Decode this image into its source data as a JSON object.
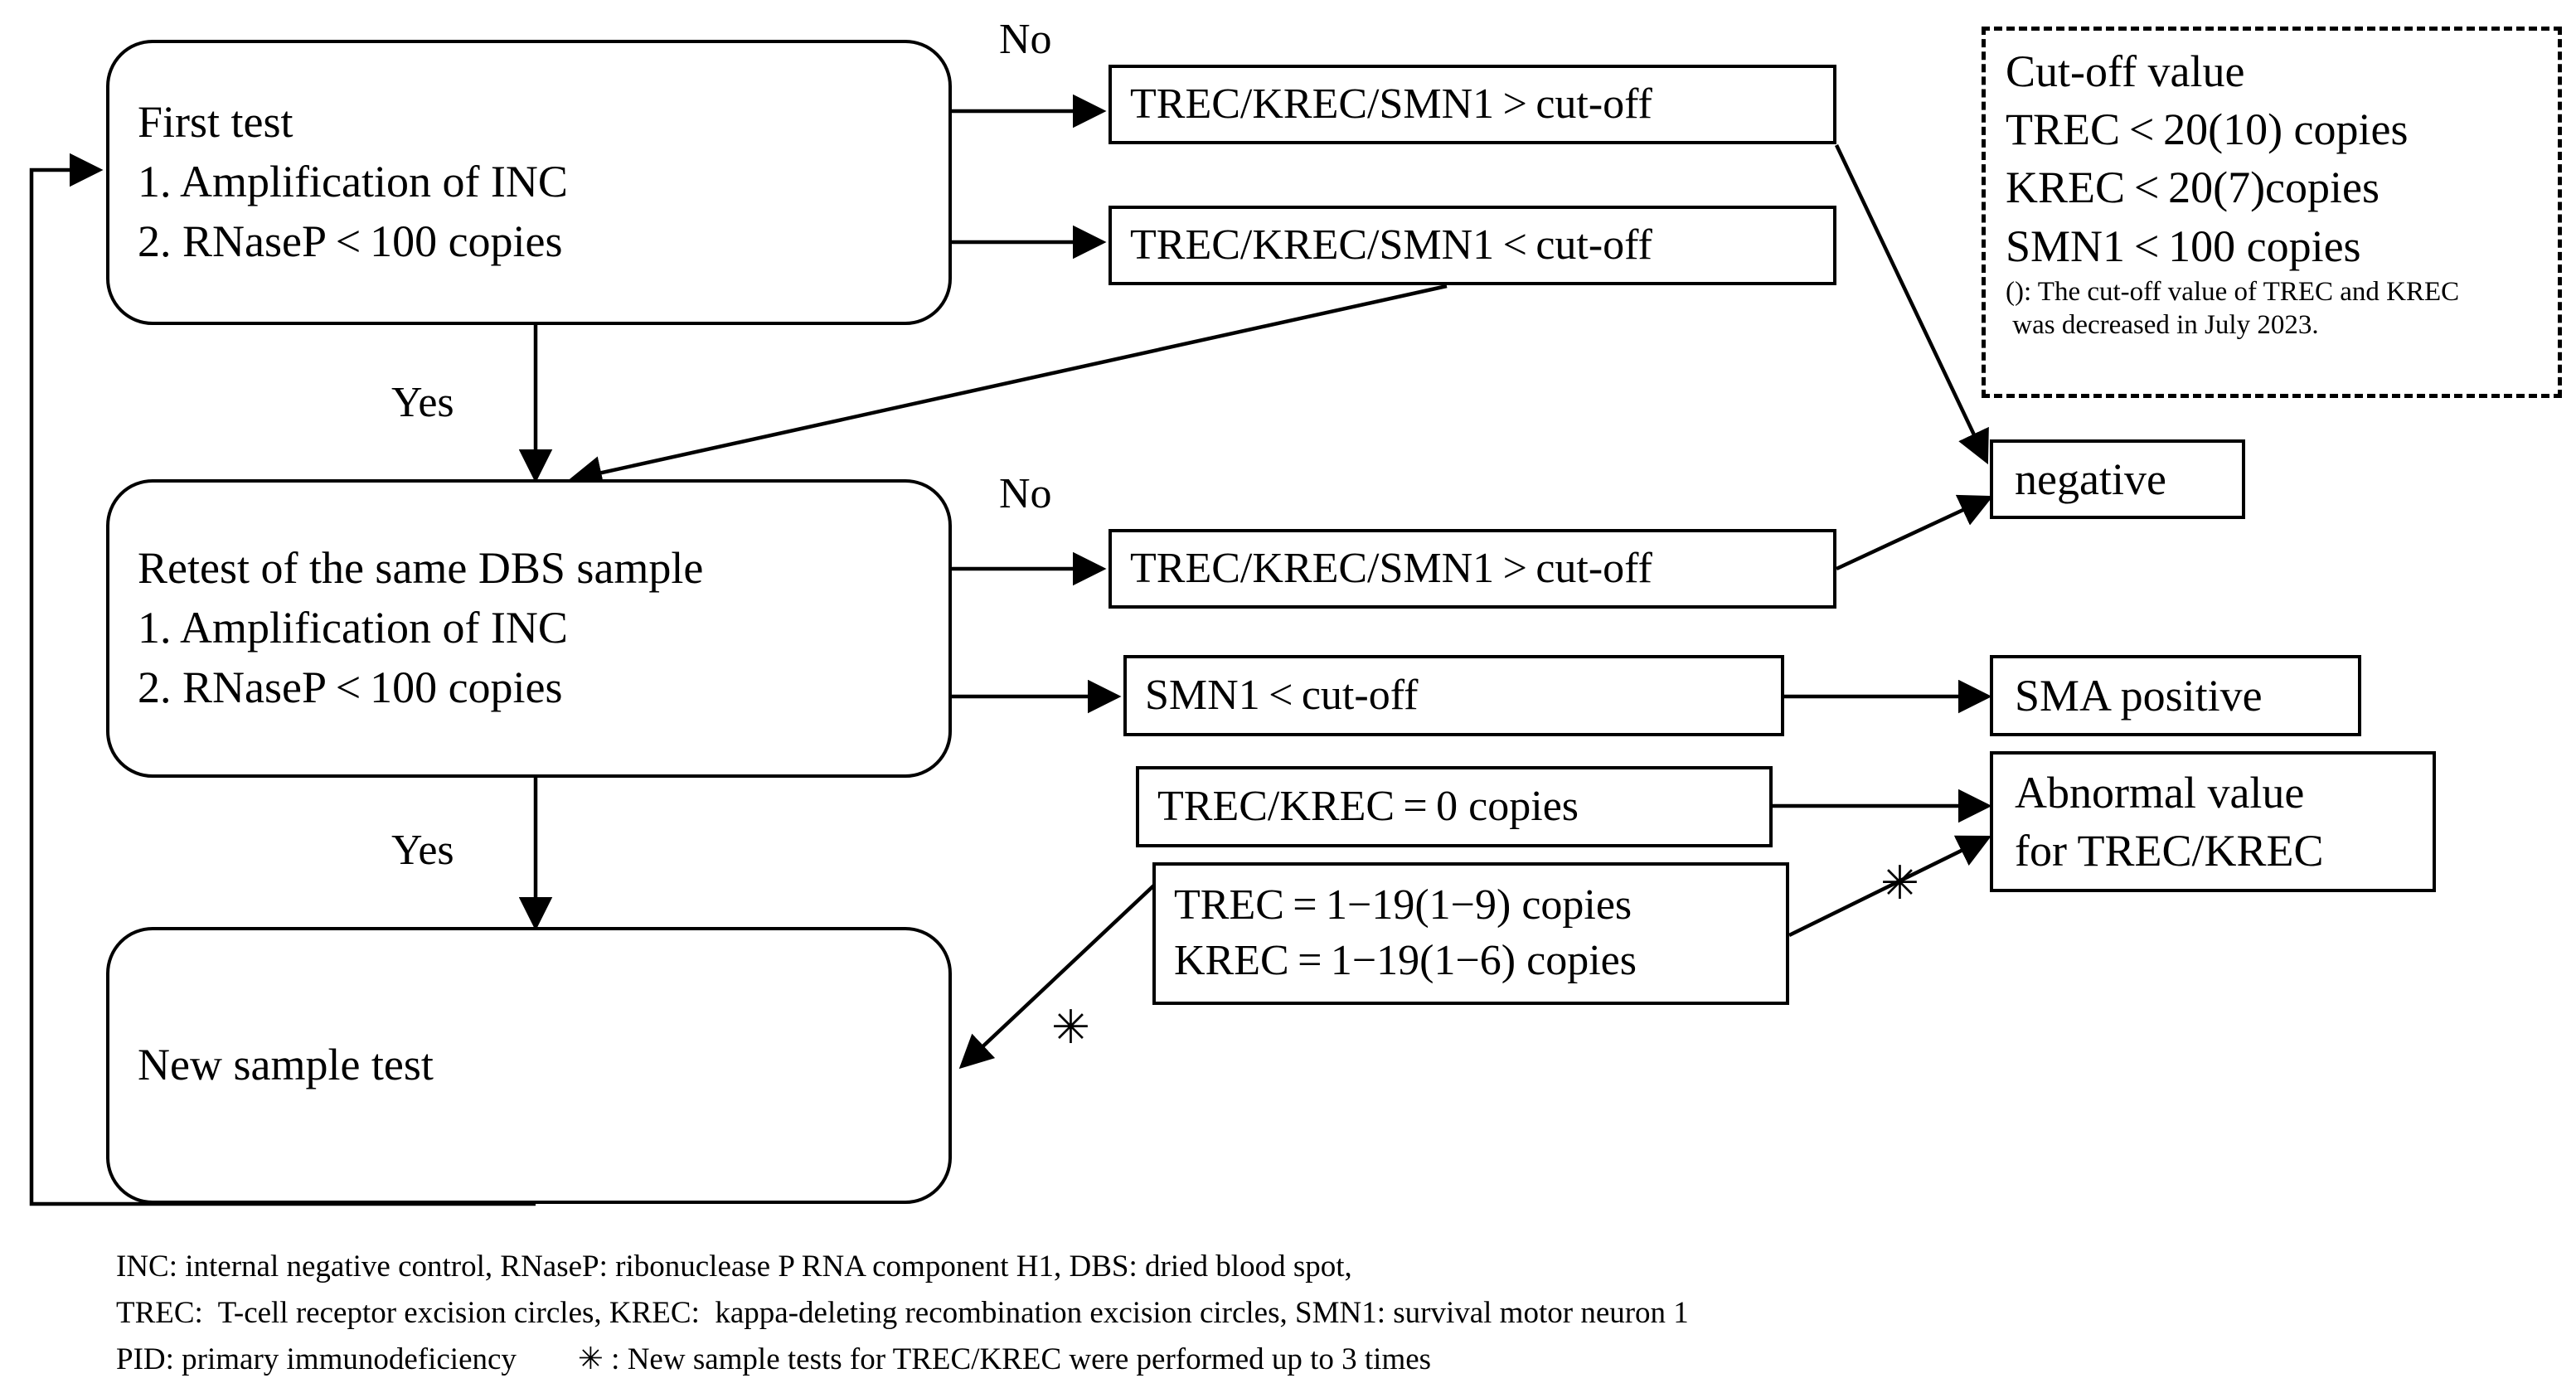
{
  "diagram": {
    "title": "Newborn screening TREC/KREC/SMN1 testing algorithm",
    "nodes": {
      "first_test": {
        "lines": [
          "First test",
          "1. Amplification of INC",
          "2. RNaseP < 100 copies"
        ]
      },
      "retest": {
        "lines": [
          "Retest of the same DBS sample",
          "1. Amplification of INC",
          "2. RNaseP < 100 copies"
        ]
      },
      "new_sample": {
        "lines": [
          "New sample test"
        ]
      },
      "cond_gt_1": {
        "lines": [
          "TREC/KREC/SMN1 > cut-off"
        ]
      },
      "cond_lt_1": {
        "lines": [
          "TREC/KREC/SMN1 < cut-off"
        ]
      },
      "cond_gt_2": {
        "lines": [
          "TREC/KREC/SMN1 > cut-off"
        ]
      },
      "cond_smn1": {
        "lines": [
          "SMN1 < cut-off"
        ]
      },
      "cond_zero": {
        "lines": [
          "TREC/KREC = 0 copies"
        ]
      },
      "cond_range": {
        "lines": [
          "TREC = 1−19(1−9) copies",
          "KREC = 1−19(1−6) copies"
        ]
      },
      "negative": {
        "lines": [
          "negative"
        ]
      },
      "sma_positive": {
        "lines": [
          "SMA positive"
        ]
      },
      "abnormal": {
        "lines": [
          "Abnormal value",
          "for TREC/KREC"
        ]
      }
    },
    "edge_labels": {
      "no_1": "No",
      "yes_1": "Yes",
      "no_2": "No",
      "yes_2": "Yes",
      "asterisk_1": "✳",
      "asterisk_2": "✳"
    },
    "legend": {
      "heading": "Cut-off value",
      "items": [
        "TREC < 20(10) copies",
        "KREC < 20(7)copies",
        "SMN1 < 100 copies"
      ],
      "note_lines": [
        "(): The cut-off value of TREC and KREC",
        " was decreased in July 2023."
      ]
    },
    "footnote": {
      "line1": "INC: internal negative control, RNaseP: ribonuclease P RNA component H1, DBS: dried blood spot,",
      "line2": "TREC:  T-cell receptor excision circles, KREC:  kappa-deleting recombination excision circles, SMN1: survival motor neuron 1",
      "line3": "PID: primary immunodeficiency        ✳ : New sample tests for TREC/KREC were performed up to 3 times"
    },
    "colors": {
      "stroke": "#000000",
      "background": "#ffffff",
      "text": "#000000"
    }
  }
}
